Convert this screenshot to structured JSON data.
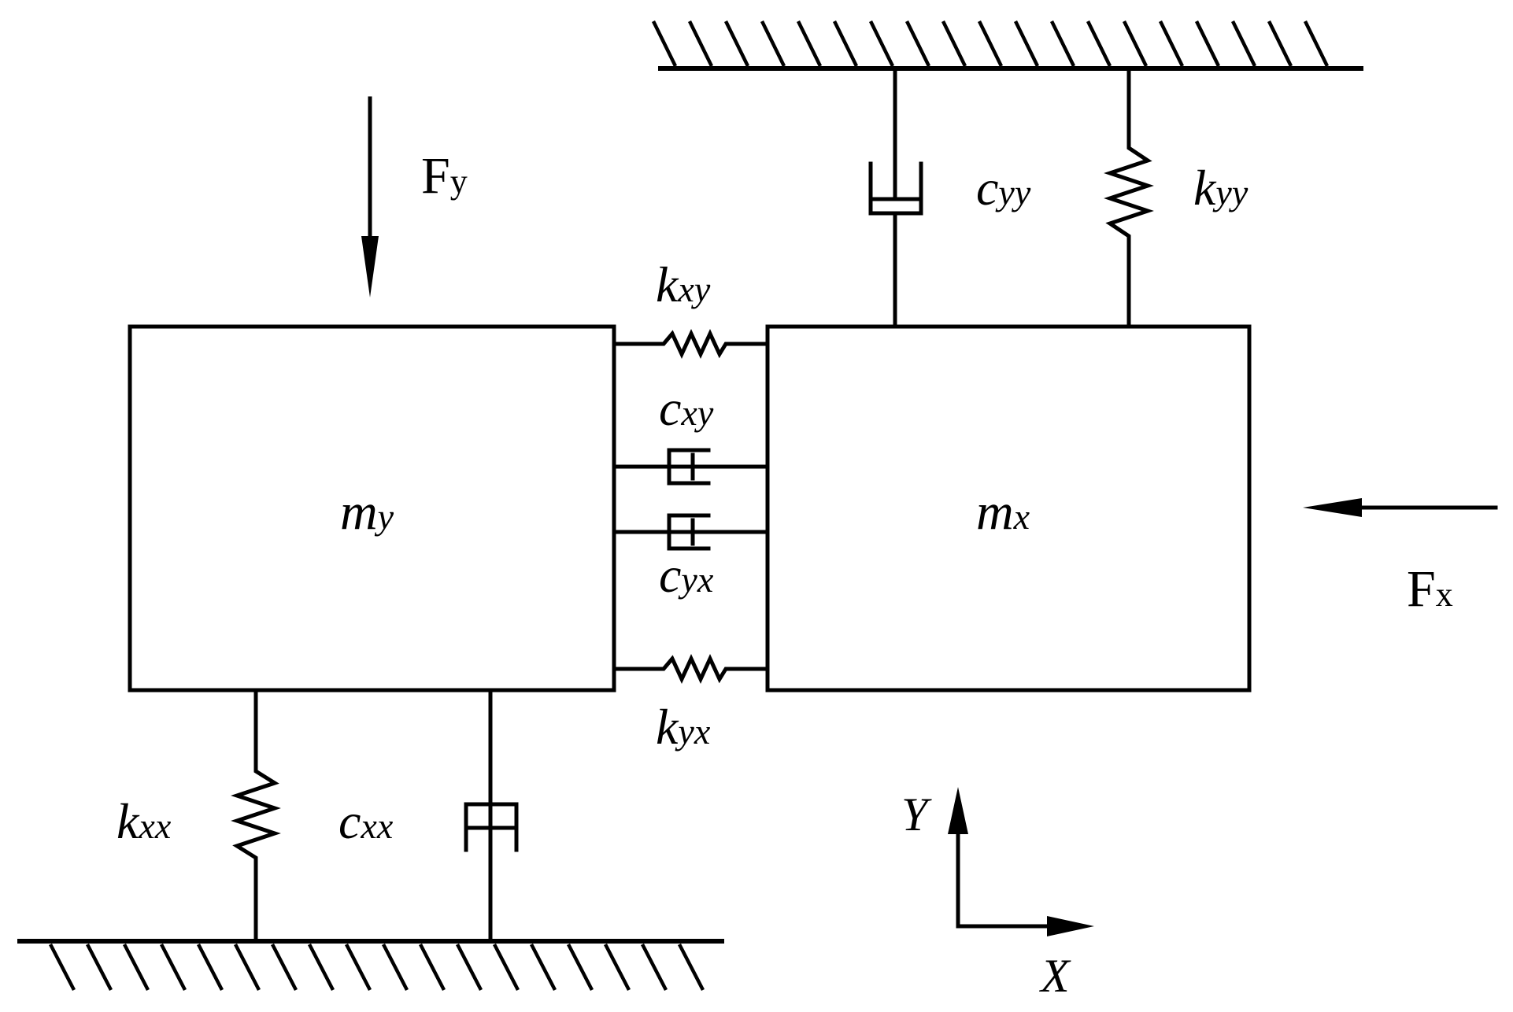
{
  "labels": {
    "fy_main": "F",
    "fy_sub": "y",
    "fx_main": "F",
    "fx_sub": "x",
    "my_main": "m",
    "my_sub": "y",
    "mx_main": "m",
    "mx_sub": "x",
    "cyy_main": "c",
    "cyy_sub": "yy",
    "kyy_main": "k",
    "kyy_sub": "yy",
    "kxy_main": "k",
    "kxy_sub": "xy",
    "cxy_main": "c",
    "cxy_sub": "xy",
    "cyx_main": "c",
    "cyx_sub": "yx",
    "kyx_main": "k",
    "kyx_sub": "yx",
    "kxx_main": "k",
    "kxx_sub": "xx",
    "cxx_main": "c",
    "cxx_sub": "xx",
    "axis_y": "Y",
    "axis_x": "X"
  }
}
